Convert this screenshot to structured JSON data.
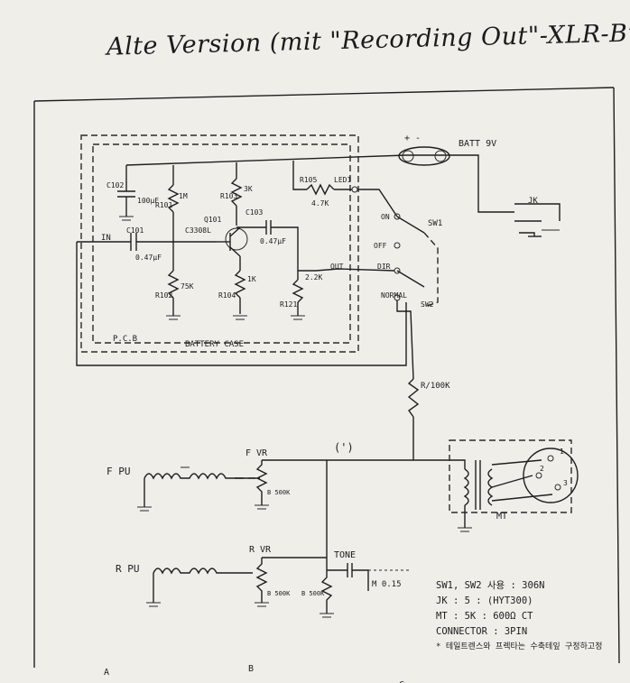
{
  "title": "Alte Version (mit \"Recording Out\"-XLR-Buchse)",
  "labels": {
    "batt": "BATT 9V",
    "plus_minus": "+   -",
    "pcb": "P.C.B",
    "battery_case": "BATTERY CASE",
    "in": "IN",
    "c102": "C102",
    "c102_val": "100μF",
    "r101": "R101",
    "r101_val": "1M",
    "q101": "Q101",
    "q101_type": "C3308L",
    "r103": "R103",
    "r103_val": "3K",
    "c103": "C103",
    "c103_val": "0.47μF",
    "c101": "C101",
    "c101_val": "0.47μF",
    "r102": "R102",
    "r102_val": "75K",
    "r104": "R104",
    "r104_val": "1K",
    "r121": "R121",
    "r121_val": "2.2K",
    "r105": "R105",
    "led1": "LED1",
    "r105_val": "4.7K",
    "sw1": "SW1",
    "sw2": "SW2",
    "on": "ON",
    "off": "OFF",
    "dir": "DIR",
    "normal": "NORMAL",
    "jk": "JK",
    "out": "OUT",
    "r_100k": "R/100K",
    "junction": "(')",
    "f_pu": "F PU",
    "f_vr": "F VR",
    "b500k_f": "B 500K",
    "r_pu": "R PU",
    "r_vr": "R VR",
    "b500k_r": "B 500K",
    "tone": "TONE",
    "b500k_tone": "B 500K",
    "cap_tone": "M 0.15",
    "mt": "MT",
    "pin1": "1",
    "pin2": "2",
    "pin3": "3",
    "col_a": "A",
    "col_b": "B",
    "col_c": "C"
  },
  "legend": [
    "SW1, SW2 사용 : 306N",
    "JK : 5 : (HYT300)",
    "MT : 5K : 600Ω CT",
    "CONNECTOR : 3PIN",
    "* 테일트렌스와 프렉타는 수축테잎 구정하고정"
  ]
}
